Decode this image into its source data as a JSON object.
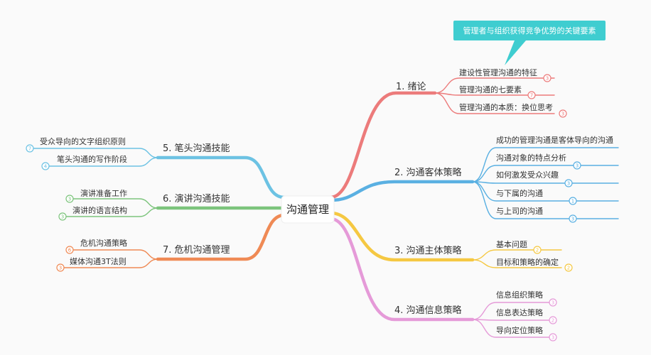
{
  "root": {
    "label": "沟通管理"
  },
  "callout": {
    "text": "管理者与组织获得竞争优势的关键要素"
  },
  "colors": {
    "red": "#ec7b7b",
    "blue": "#5ab0e2",
    "yellow": "#f5c842",
    "pink": "#e59ad8",
    "sky": "#6cc2e3",
    "green": "#7cc47c",
    "orange": "#ef8a55",
    "callout": "#3fcdd0"
  },
  "branches": [
    {
      "id": "b1",
      "label": "1. 绪论",
      "color": "red",
      "children": [
        {
          "label": "建设性管理沟通的特征",
          "badge": "3"
        },
        {
          "label": "管理沟通的七要素",
          "badge": "7"
        },
        {
          "label": "管理沟通的本质：换位思考",
          "badge": "3"
        }
      ]
    },
    {
      "id": "b2",
      "label": "2. 沟通客体策略",
      "color": "blue",
      "children": [
        {
          "label": "成功的管理沟通是客体导向的沟通",
          "badge": ""
        },
        {
          "label": "沟通对象的特点分析",
          "badge": "3"
        },
        {
          "label": "如何激发受众兴趣",
          "badge": "3"
        },
        {
          "label": "与下属的沟通",
          "badge": "1"
        },
        {
          "label": "与上司的沟通",
          "badge": "3"
        }
      ]
    },
    {
      "id": "b3",
      "label": "3. 沟通主体策略",
      "color": "yellow",
      "children": [
        {
          "label": "基本问题",
          "badge": "2"
        },
        {
          "label": "目标和策略的确定",
          "badge": "2"
        }
      ]
    },
    {
      "id": "b4",
      "label": "4. 沟通信息策略",
      "color": "pink",
      "children": [
        {
          "label": "信息组织策略",
          "badge": "3"
        },
        {
          "label": "信息表达策略",
          "badge": "2"
        },
        {
          "label": "导向定位策略",
          "badge": "3"
        }
      ]
    },
    {
      "id": "b5",
      "label": "5. 笔头沟通技能",
      "color": "sky",
      "children": [
        {
          "label": "受众导向的文字组织原则",
          "badge": "7"
        },
        {
          "label": "笔头沟通的写作阶段",
          "badge": "4"
        }
      ]
    },
    {
      "id": "b6",
      "label": "6. 演讲沟通技能",
      "color": "green",
      "children": [
        {
          "label": "演讲准备工作",
          "badge": "3"
        },
        {
          "label": "演讲的语言结构",
          "badge": "3"
        }
      ]
    },
    {
      "id": "b7",
      "label": "7. 危机沟通管理",
      "color": "orange",
      "children": [
        {
          "label": "危机沟通策略",
          "badge": "6"
        },
        {
          "label": "媒体沟通3T法则",
          "badge": "3"
        }
      ]
    }
  ]
}
